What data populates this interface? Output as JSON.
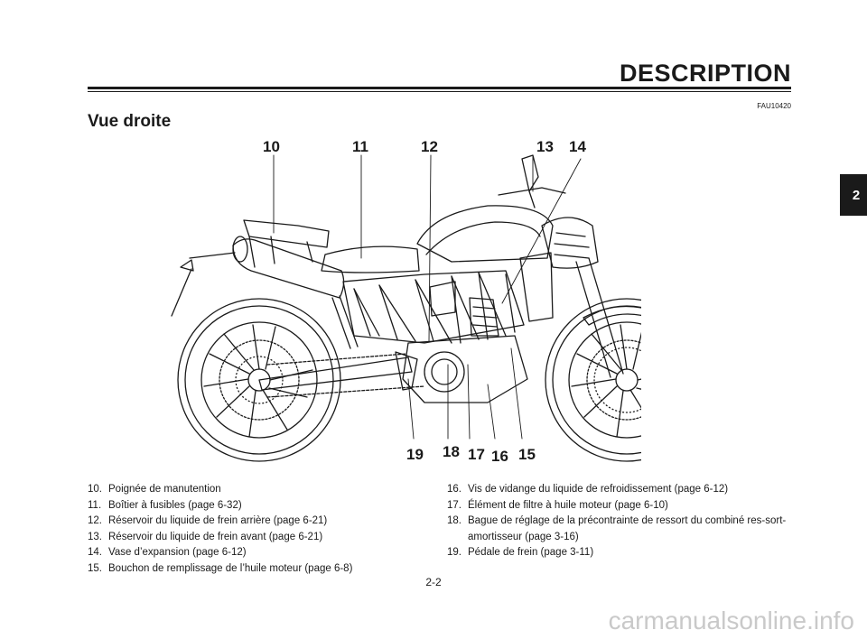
{
  "header": {
    "title": "DESCRIPTION",
    "doc_code": "FAU10420"
  },
  "section": {
    "title": "Vue droite"
  },
  "chapter_tab": "2",
  "figure": {
    "callouts_top": [
      "10",
      "11",
      "12",
      "13",
      "14"
    ],
    "callouts_bottom": [
      "19",
      "18",
      "17",
      "16",
      "15"
    ]
  },
  "legend": {
    "left": [
      {
        "num": "10.",
        "text": "Poignée de manutention"
      },
      {
        "num": "11.",
        "text": "Boîtier à fusibles (page 6-32)"
      },
      {
        "num": "12.",
        "text": "Réservoir du liquide de frein arrière (page 6-21)"
      },
      {
        "num": "13.",
        "text": "Réservoir du liquide de frein avant (page 6-21)"
      },
      {
        "num": "14.",
        "text": "Vase d’expansion (page 6-12)"
      },
      {
        "num": "15.",
        "text": "Bouchon de remplissage de l’huile moteur (page 6-8)"
      }
    ],
    "right": [
      {
        "num": "16.",
        "text": "Vis de vidange du liquide de refroidissement (page 6-12)"
      },
      {
        "num": "17.",
        "text": "Élément de filtre à huile moteur (page 6-10)"
      },
      {
        "num": "18.",
        "text": "Bague de réglage de la précontrainte de ressort du combiné res-sort-amortisseur (page 3-16)"
      },
      {
        "num": "19.",
        "text": "Pédale de frein (page 3-11)"
      }
    ]
  },
  "page_number": "2-2",
  "watermark": "carmanualsonline.info"
}
